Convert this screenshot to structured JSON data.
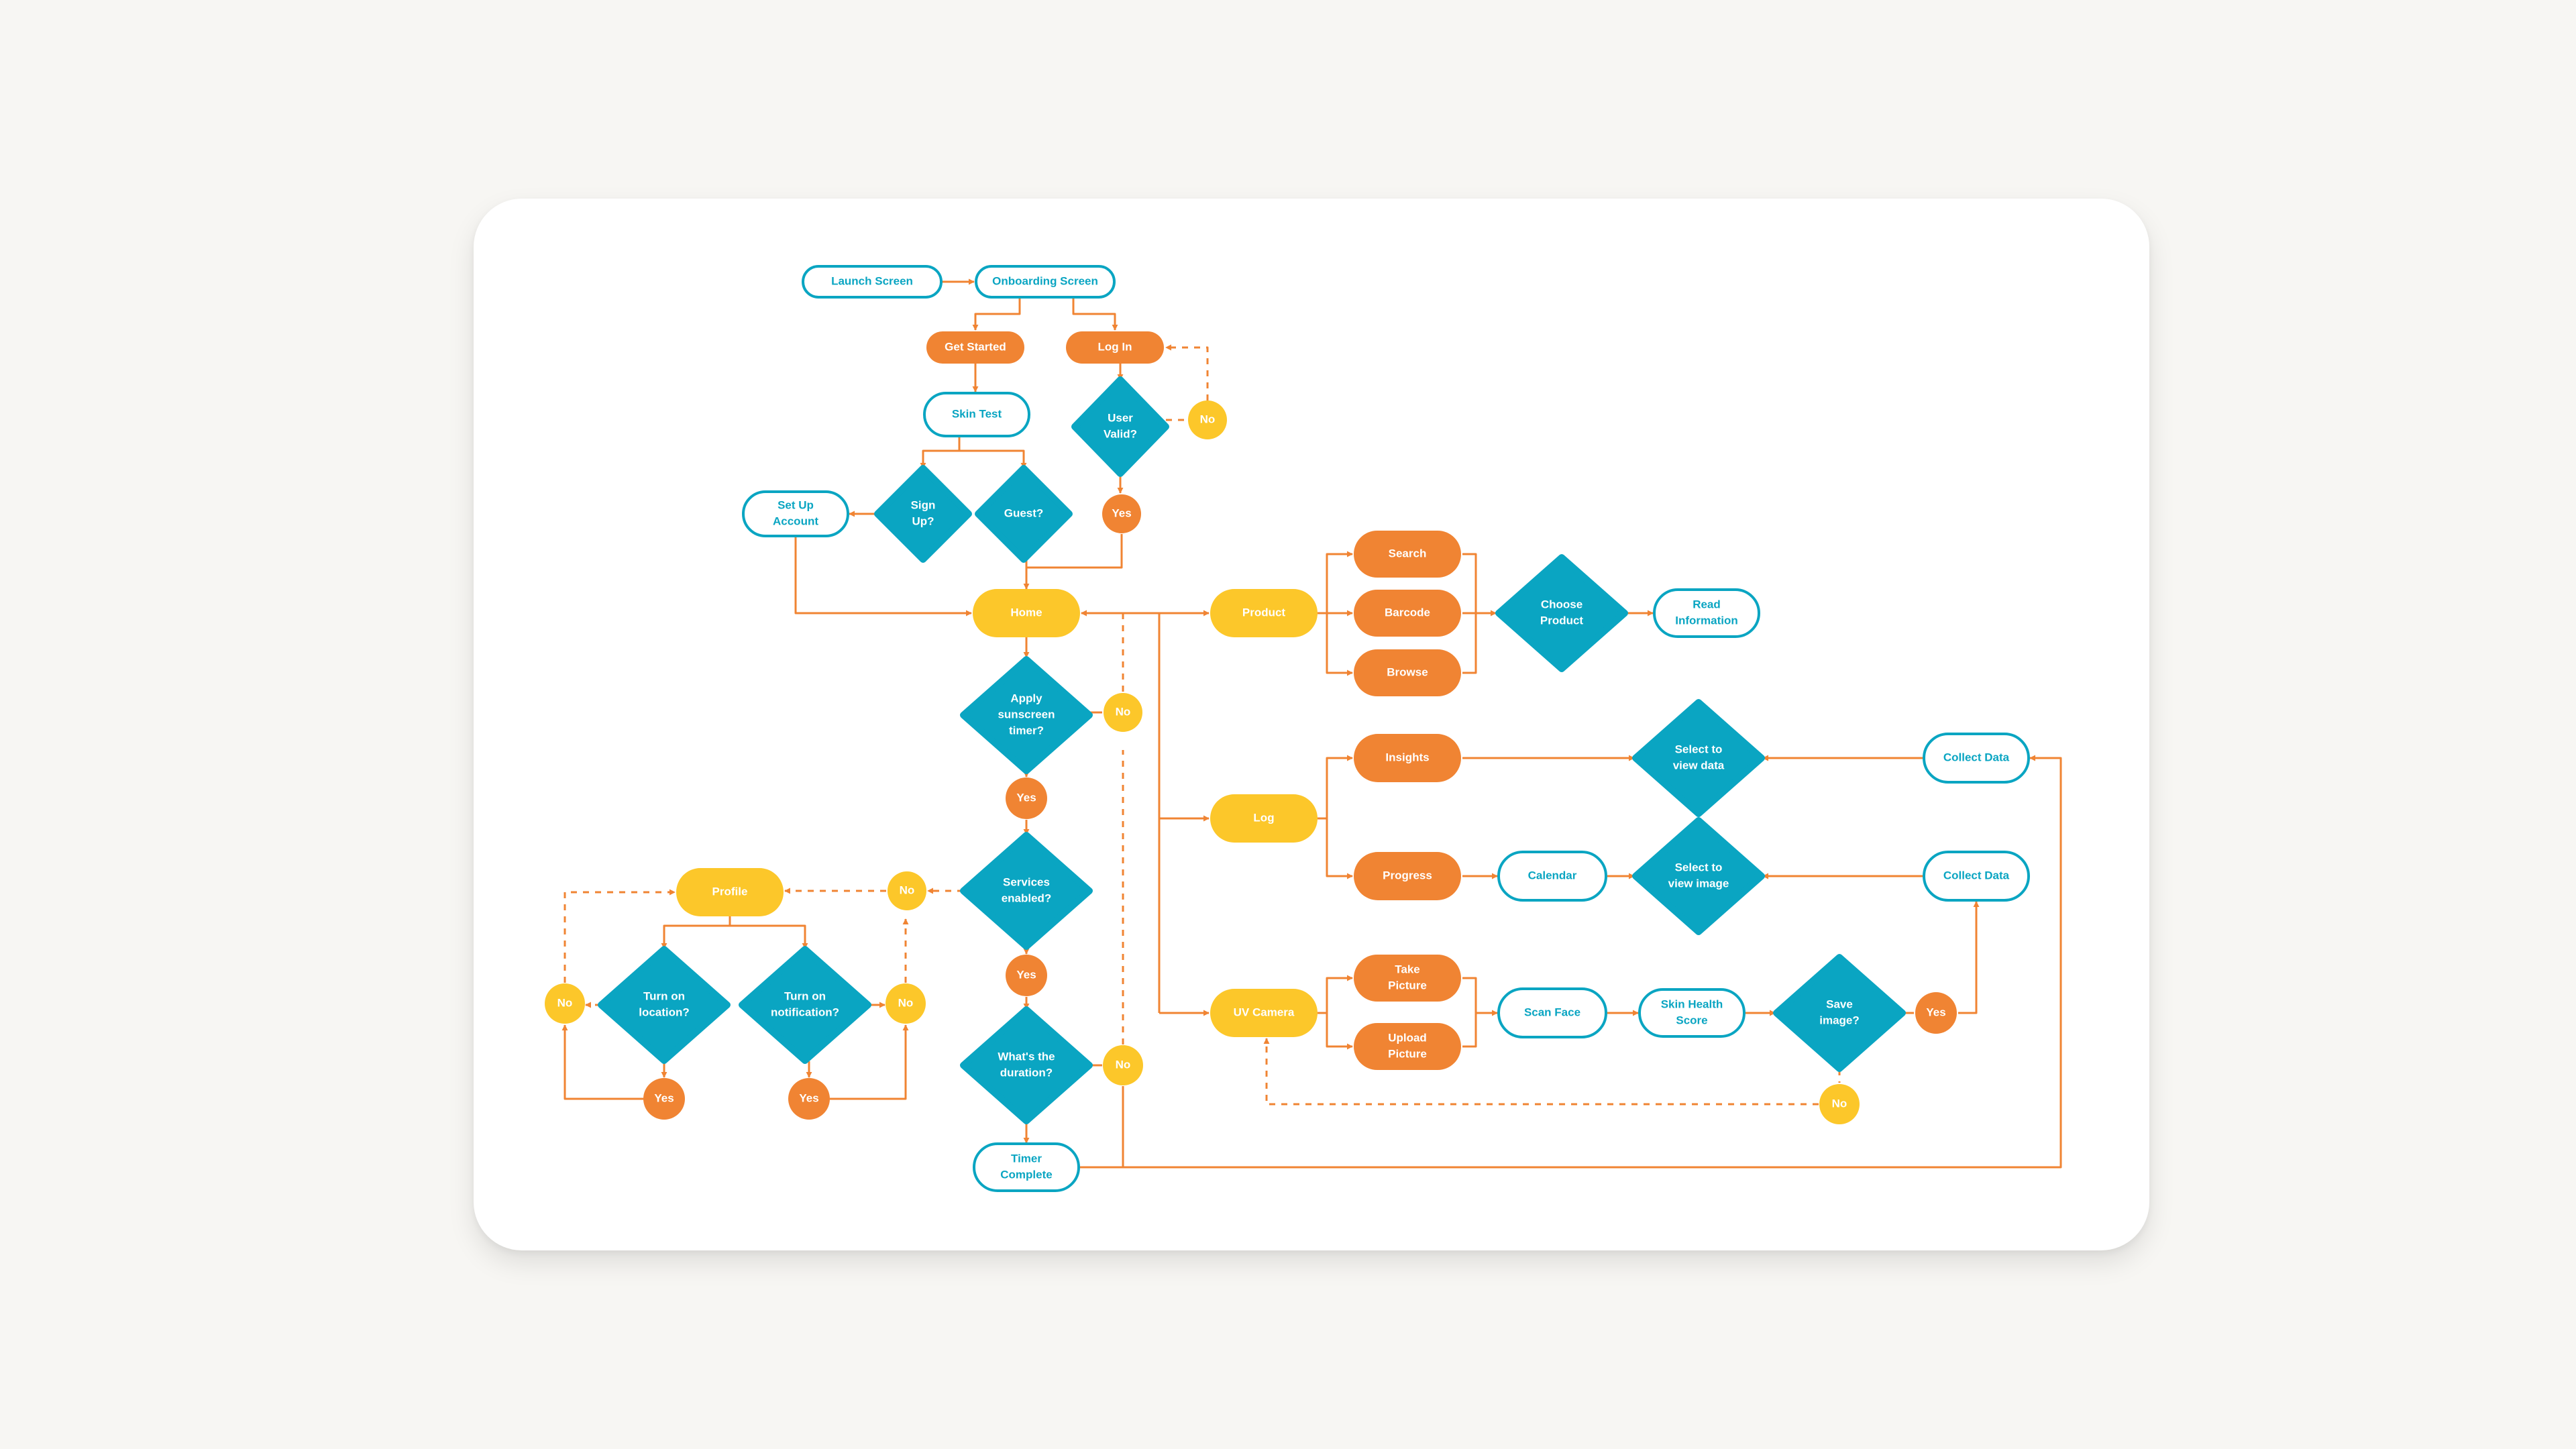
{
  "colors": {
    "teal": "#0aa5c2",
    "orange": "#f08433",
    "yellow": "#fcc72a",
    "connector": "#f08433",
    "card": "#ffffff",
    "background": "#f7f6f3"
  },
  "nodes": {
    "launch_screen": "Launch Screen",
    "onboarding_screen": "Onboarding Screen",
    "get_started": "Get Started",
    "log_in": "Log In",
    "skin_test": "Skin Test",
    "user_valid": [
      "User",
      "Valid?"
    ],
    "no_login": "No",
    "yes_login": "Yes",
    "set_up_account": [
      "Set Up",
      "Account"
    ],
    "sign_up": [
      "Sign",
      "Up?"
    ],
    "guest": "Guest?",
    "home": "Home",
    "product": "Product",
    "search": "Search",
    "barcode": "Barcode",
    "browse": "Browse",
    "choose_product": [
      "Choose",
      "Product"
    ],
    "read_information": [
      "Read",
      "Information"
    ],
    "apply_sunscreen": [
      "Apply",
      "sunscreen",
      "timer?"
    ],
    "no_apply": "No",
    "yes_apply": "Yes",
    "services_enabled": [
      "Services",
      "enabled?"
    ],
    "no_services": "No",
    "yes_services": "Yes",
    "profile": "Profile",
    "turn_on_location": [
      "Turn on",
      "location?"
    ],
    "turn_on_notification": [
      "Turn on",
      "notification?"
    ],
    "no_location": "No",
    "no_notification": "No",
    "yes_location": "Yes",
    "yes_notification": "Yes",
    "whats_duration": [
      "What's the",
      "duration?"
    ],
    "no_duration": "No",
    "timer_complete": [
      "Timer",
      "Complete"
    ],
    "log": "Log",
    "insights": "Insights",
    "progress": "Progress",
    "calendar": "Calendar",
    "select_view_data": [
      "Select to",
      "view data"
    ],
    "select_view_image": [
      "Select to",
      "view image"
    ],
    "collect_data_1": "Collect Data",
    "collect_data_2": "Collect Data",
    "uv_camera": "UV Camera",
    "take_picture": [
      "Take",
      "Picture"
    ],
    "upload_picture": [
      "Upload",
      "Picture"
    ],
    "scan_face": "Scan Face",
    "skin_health_score": [
      "Skin Health",
      "Score"
    ],
    "save_image": [
      "Save",
      "image?"
    ],
    "yes_save": "Yes",
    "no_save": "No"
  }
}
